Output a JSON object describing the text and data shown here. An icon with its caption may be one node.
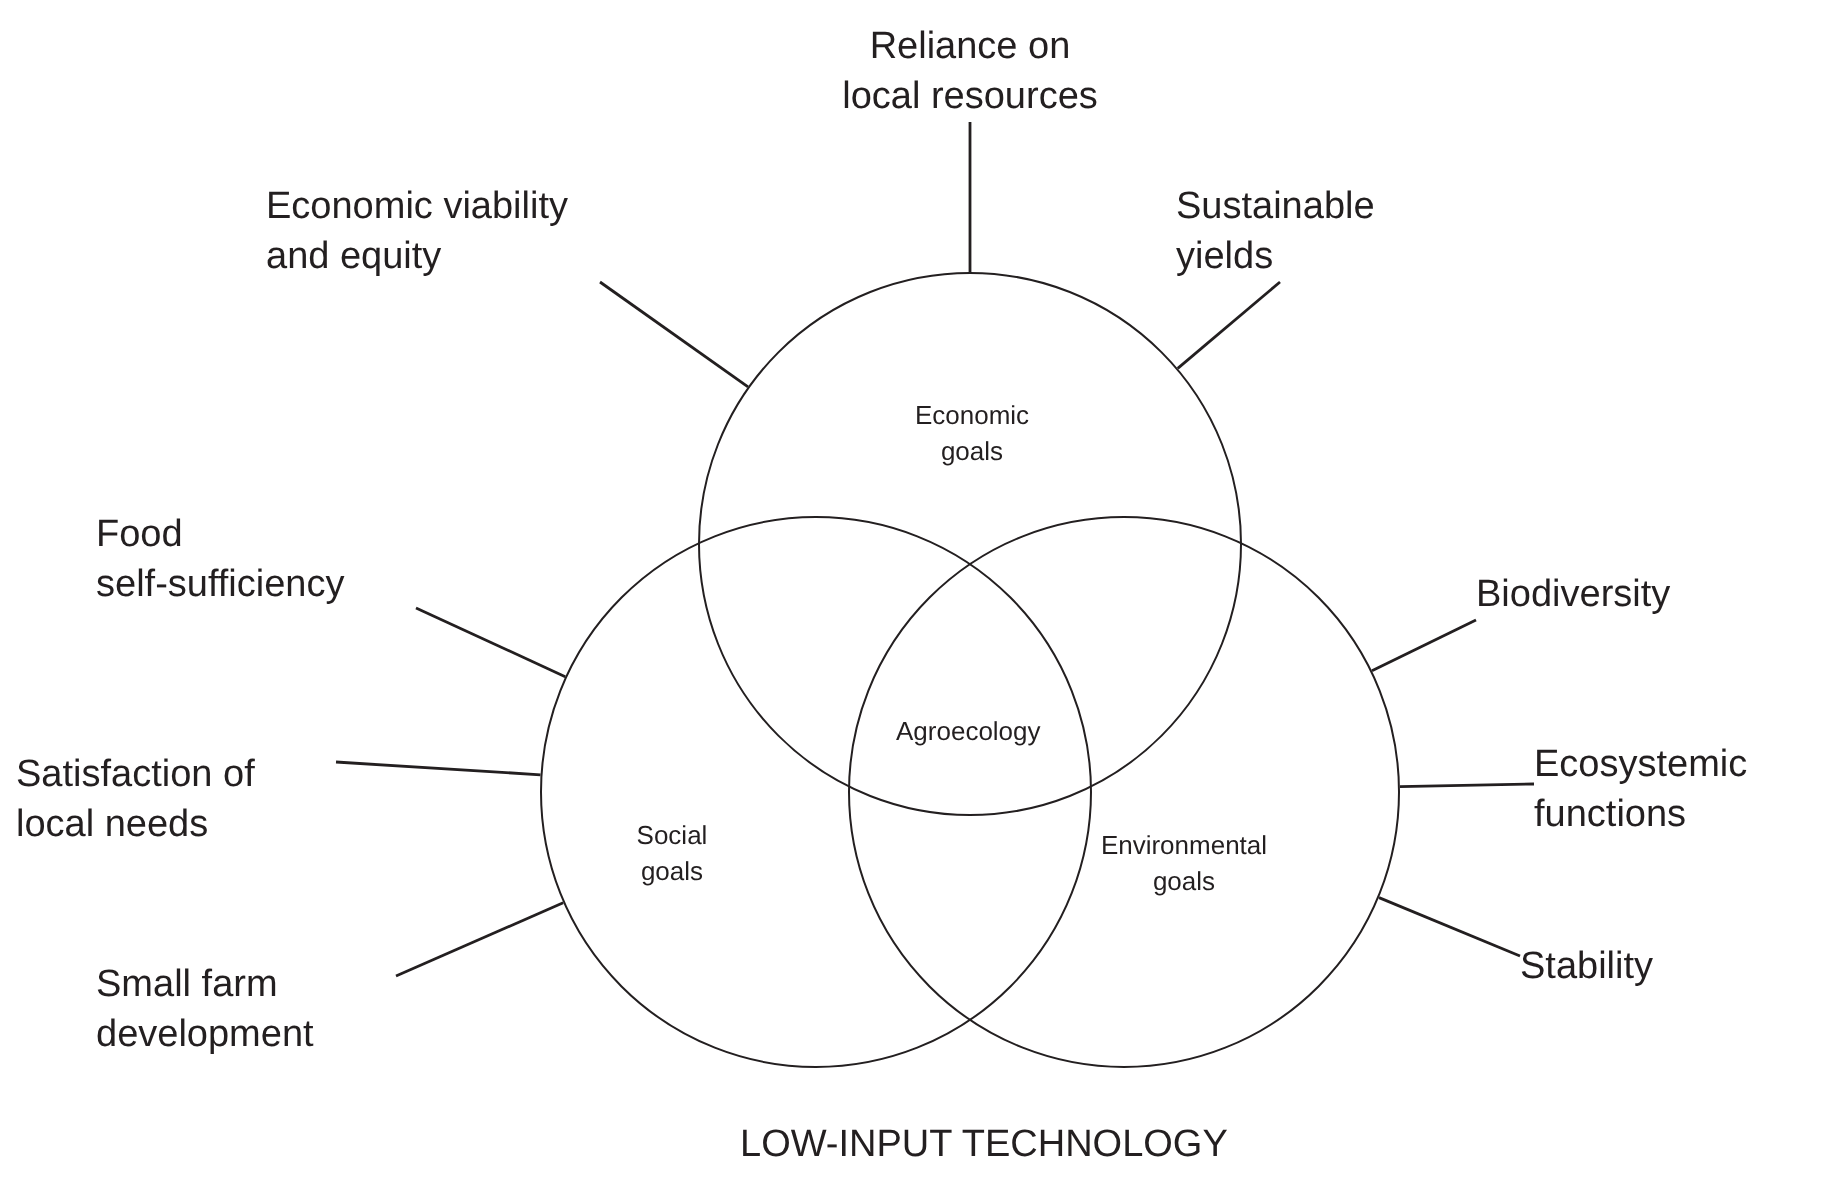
{
  "diagram": {
    "nodes": [
      {
        "text": [
          "Economic goals"
        ]
      },
      {
        "text": [
          "Social goals"
        ]
      },
      {
        "text": [
          "Environmental goals"
        ]
      },
      {
        "text": [
          "Reliance on local resources"
        ]
      },
      {
        "text": [
          "Economic viability and equity"
        ]
      },
      {
        "text": [
          "Sustainable yields"
        ]
      },
      {
        "text": [
          "Food self-sufficiency"
        ]
      },
      {
        "text": [
          "Satisfaction of local needs"
        ]
      },
      {
        "text": [
          "Small farm development"
        ]
      },
      {
        "text": [
          "Biodiversity"
        ]
      },
      {
        "text": [
          "Ecosystemic functions"
        ]
      },
      {
        "text": [
          "Stability"
        ]
      }
    ],
    "edges": [
      {
        "from": 3,
        "to": 0,
        "arrow": "none"
      },
      {
        "from": 4,
        "to": 0,
        "arrow": "none"
      },
      {
        "from": 5,
        "to": 0,
        "arrow": "none"
      },
      {
        "from": 6,
        "to": 1,
        "arrow": "none"
      },
      {
        "from": 7,
        "to": 1,
        "arrow": "none"
      },
      {
        "from": 8,
        "to": 1,
        "arrow": "none"
      },
      {
        "from": 9,
        "to": 2,
        "arrow": "none"
      },
      {
        "from": 10,
        "to": 2,
        "arrow": "none"
      },
      {
        "from": 11,
        "to": 2,
        "arrow": "none"
      }
    ],
    "labels": [
      "Agroecology",
      "LOW-INPUT TECHNOLOGY"
    ]
  }
}
